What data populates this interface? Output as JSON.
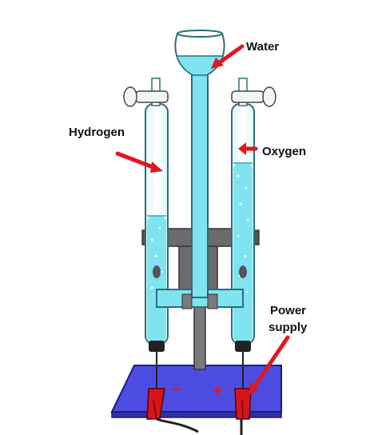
{
  "labels": {
    "water": "Water",
    "hydrogen": "Hydrogen",
    "oxygen": "Oxygen",
    "power_line1": "Power",
    "power_line2": "supply"
  },
  "terminals": {
    "negative": "−",
    "positive": "+"
  },
  "colors": {
    "water": "#7fe3f0",
    "water_dark": "#39bfd6",
    "glass_edge": "#2a6f7a",
    "arrow": "#e0171c",
    "base": "#4c4de0",
    "base_edge": "#1c1c80",
    "clamp": "#d4151c",
    "stand": "#6b6b6b"
  },
  "icons": [
    "stopcock-icon",
    "arrow-icon",
    "electrode-icon",
    "clip-icon"
  ]
}
